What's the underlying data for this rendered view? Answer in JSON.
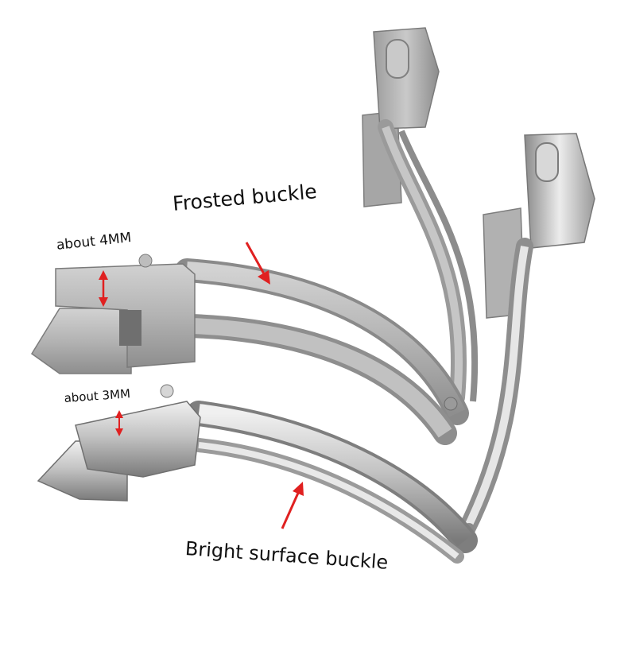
{
  "image": {
    "description_free": true,
    "callouts": {
      "frosted": "Frosted buckle",
      "thickness_4mm": "about 4MM",
      "thickness_3mm": "about 3MM",
      "bright": "Bright surface buckle"
    },
    "colors": {
      "arrow": "#e02020",
      "metal_frosted": "#b9b9b9",
      "metal_bright": "#cfcfcf",
      "background": "#ffffff"
    }
  }
}
